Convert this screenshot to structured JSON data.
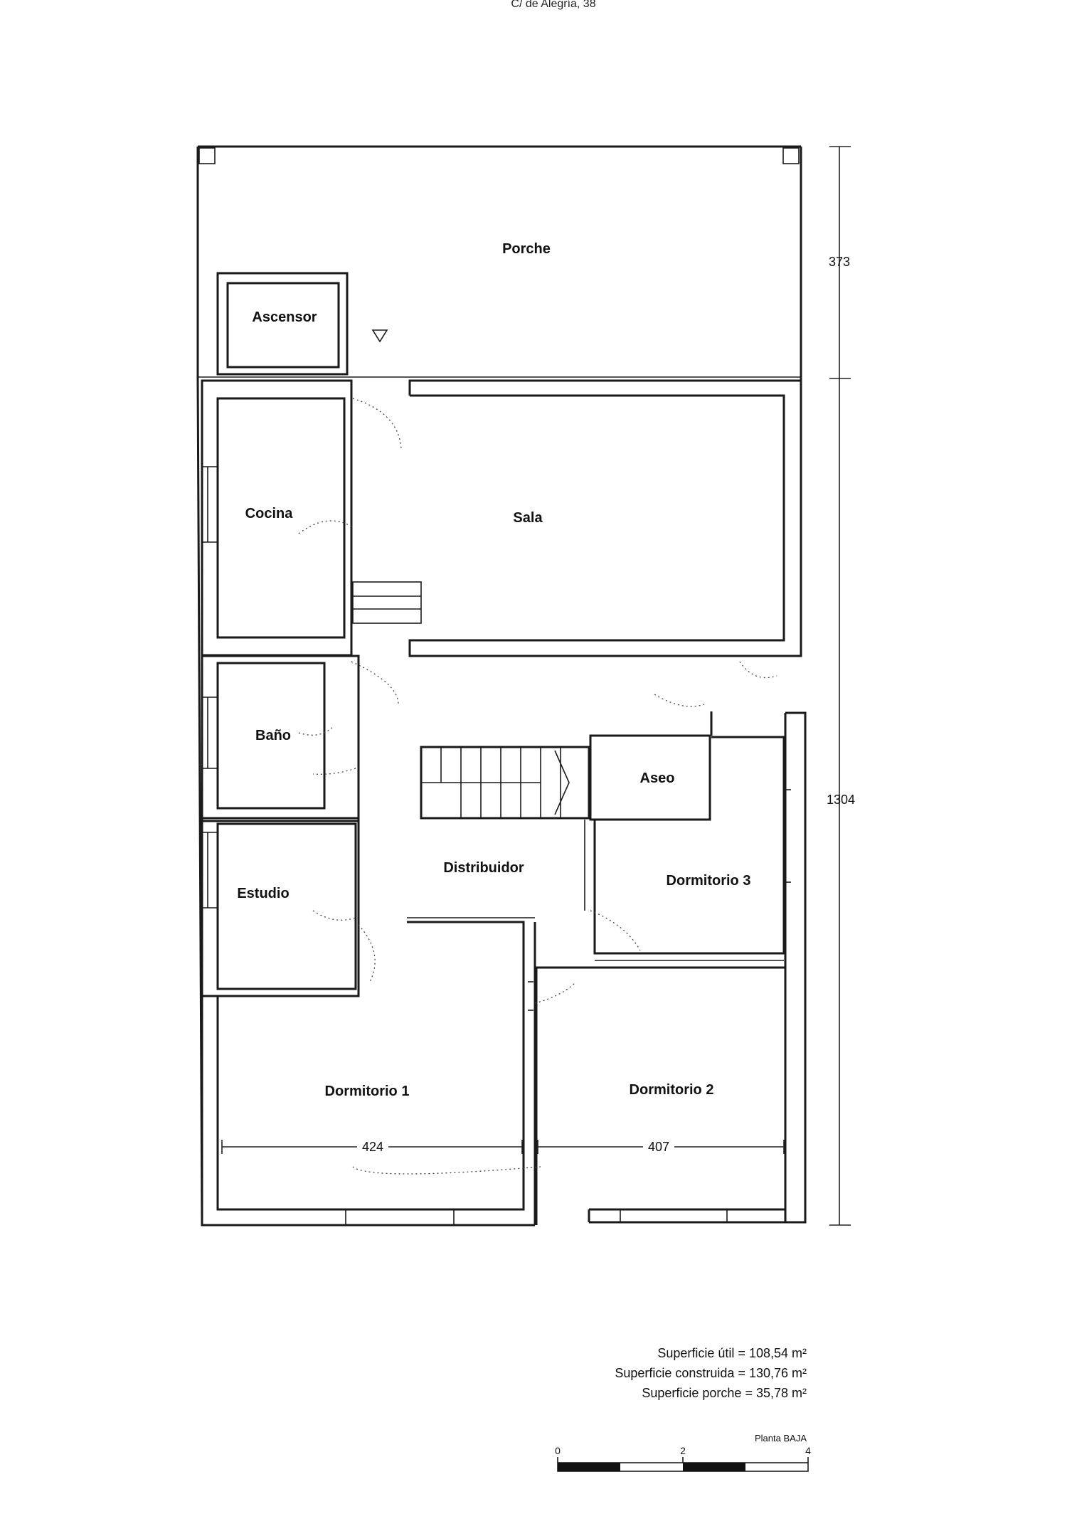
{
  "header": {
    "text": "C/ de Alegría, 38"
  },
  "rooms": {
    "porche": "Porche",
    "ascensor": "Ascensor",
    "cocina": "Cocina",
    "sala": "Sala",
    "bano": "Baño",
    "aseo": "Aseo",
    "distribuidor": "Distribuidor",
    "estudio": "Estudio",
    "dormitorio1": "Dormitorio 1",
    "dormitorio2": "Dormitorio 2",
    "dormitorio3": "Dormitorio 3"
  },
  "dimensions": {
    "porche_depth": "373",
    "total_length": "1304",
    "width_left": "424",
    "width_right": "407"
  },
  "areas": {
    "util": "Superficie útil = 108,54 m²",
    "construida": "Superficie construida = 130,76 m²",
    "porche": "Superficie porche = 35,78 m²"
  },
  "scale": {
    "title": "Planta BAJA",
    "ticks": [
      "0",
      "2",
      "4"
    ]
  }
}
